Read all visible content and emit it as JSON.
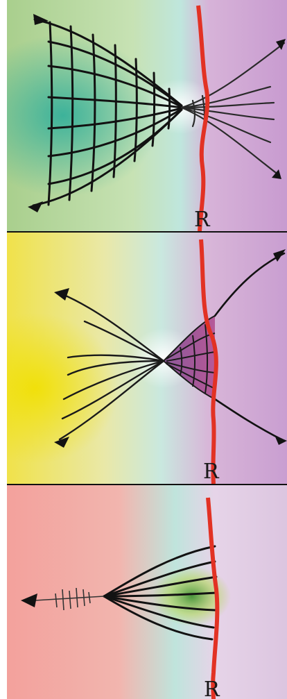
{
  "panels": [
    {
      "label": "R",
      "background": "#bfe0c0",
      "left_tint": "#9cc98a",
      "right_tint": "#d7a7d8"
    },
    {
      "label": "R",
      "background": "#cfe8de",
      "left_tint": "#f2e43a",
      "right_tint": "#d7a7d8"
    },
    {
      "label": "R",
      "background": "#bfe4dc",
      "left_tint": "#f3a19c",
      "right_tint": "#e8d8ea"
    }
  ],
  "colors": {
    "front_line": "#e23224",
    "ink": "#121212",
    "divider": "#111111"
  }
}
